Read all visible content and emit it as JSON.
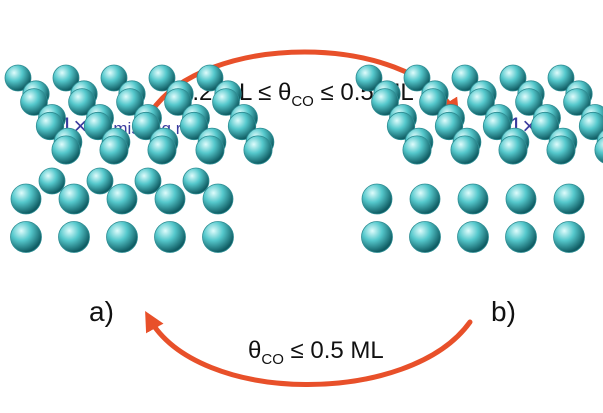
{
  "diagram": {
    "top_condition": {
      "left": "0.2 ML ≤ θ",
      "sub": "CO",
      "right": " ≤ 0.5 ML"
    },
    "bottom_condition": {
      "left": "θ",
      "sub": "CO",
      "right": " ≤ 0.5 ML"
    },
    "left_surface": {
      "reconstruction": "1×2",
      "descriptor": "missing row",
      "panel_label": "a)"
    },
    "right_surface": {
      "reconstruction": "1×1",
      "panel_label": "b)"
    },
    "colors": {
      "arrow": "#e8502a",
      "atom_light": "#d8fbfb",
      "atom_mid": "#4ac1c6",
      "atom_dark": "#0f5b62",
      "label_blue": "#3b3c9e",
      "label_black": "#111111"
    }
  }
}
